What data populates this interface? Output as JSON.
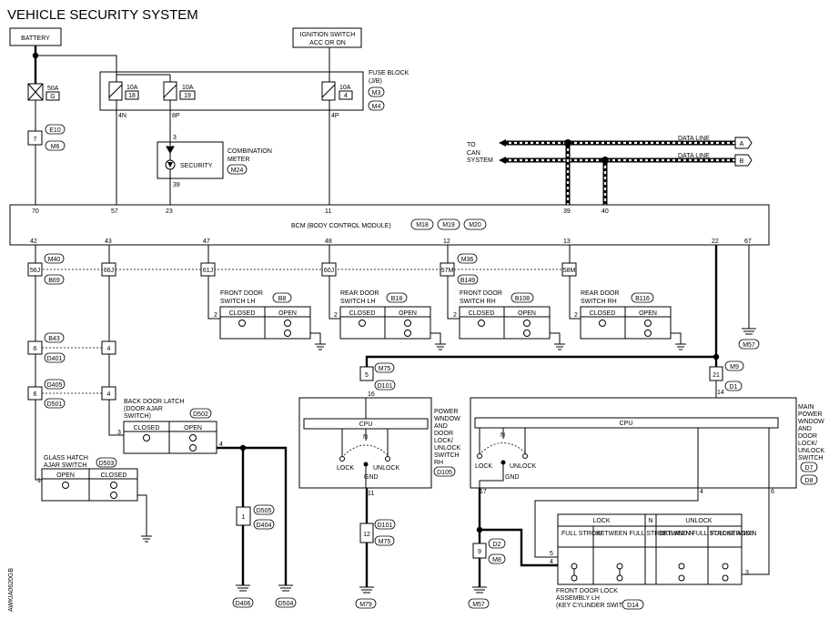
{
  "title": "VEHICLE SECURITY SYSTEM",
  "side_code": "AWKIA0620GB",
  "battery": "BATTERY",
  "ignition": [
    "IGNITION SWITCH",
    "ACC OR ON"
  ],
  "fuse_block": [
    "FUSE BLOCK",
    "(J/B)"
  ],
  "fuse_block_conns": [
    "M3",
    "M4"
  ],
  "fuse50": [
    "50A",
    "G"
  ],
  "fuse18": [
    "10A",
    "18"
  ],
  "fuse19": [
    "10A",
    "19"
  ],
  "fuse4": [
    "10A",
    "4"
  ],
  "fb_pins": [
    "4N",
    "8P",
    "4P"
  ],
  "e10": "E10",
  "e10_pin": "7",
  "m6": "M6",
  "combo": {
    "name": [
      "COMBINATION",
      "METER"
    ],
    "conn": "M24",
    "security": "SECURITY",
    "pin_top": "3",
    "pin_bot": "39"
  },
  "can": {
    "to": [
      "TO",
      "CAN",
      "SYSTEM"
    ],
    "line": "DATA LINE",
    "a": "A",
    "b": "B"
  },
  "bcm": {
    "label": "BCM (BODY CONTROL MODULE)",
    "conns": [
      "M18",
      "M19",
      "M20"
    ],
    "top_pins": [
      "70",
      "57",
      "23",
      "11",
      "39",
      "40"
    ],
    "bot_pins": [
      "42",
      "43",
      "47",
      "48",
      "12",
      "13",
      "22",
      "67"
    ]
  },
  "junction": {
    "pins": [
      "56J",
      "66J",
      "61J",
      "60J",
      "57M",
      "58M"
    ],
    "m40": "M40",
    "b69": "B69",
    "m36": "M36",
    "b149": "B149"
  },
  "door_switches": [
    {
      "name": [
        "FRONT DOOR",
        "SWITCH LH"
      ],
      "conn": "B8",
      "closed": "CLOSED",
      "open": "OPEN",
      "pin": "2"
    },
    {
      "name": [
        "REAR DOOR",
        "SWITCH LH"
      ],
      "conn": "B18",
      "closed": "CLOSED",
      "open": "OPEN",
      "pin": "2"
    },
    {
      "name": [
        "FRONT DOOR",
        "SWITCH RH"
      ],
      "conn": "B108",
      "closed": "CLOSED",
      "open": "OPEN",
      "pin": "2"
    },
    {
      "name": [
        "REAR DOOR",
        "SWITCH RH"
      ],
      "conn": "B116",
      "closed": "CLOSED",
      "open": "OPEN",
      "pin": "2"
    }
  ],
  "m57": "M57",
  "b43_group": {
    "b43": "B43",
    "d401": "D401",
    "pin6": "6",
    "pin4": "4"
  },
  "d405_group": {
    "d405": "D405",
    "d501": "D501",
    "pin6": "6",
    "pin4": "4"
  },
  "back_door": {
    "name": [
      "BACK DOOR LATCH",
      "(DOOR AJAR",
      "SWITCH)"
    ],
    "conn": "D502",
    "closed": "CLOSED",
    "open": "OPEN",
    "pin3": "3",
    "pin4": "4"
  },
  "glass_hatch": {
    "name": [
      "GLASS HATCH",
      "AJAR SWITCH"
    ],
    "conn": "D503",
    "open": "OPEN",
    "closed": "CLOSED",
    "pin1": "1"
  },
  "d505": {
    "pin": "1",
    "c1": "D505",
    "c2": "D404"
  },
  "grounds_left": [
    "D406",
    "D504"
  ],
  "pw_rh": {
    "m75": "M75",
    "pin5": "5",
    "d101": "D101",
    "pin16": "16",
    "cpu": "CPU",
    "name": [
      "POWER",
      "WNDOW",
      "AND",
      "DOOR",
      "LOCK/",
      "UNLOCK",
      "SWITCH",
      "RH"
    ],
    "conn": "D105",
    "n": "N",
    "lock": "LOCK",
    "unlock": "UNLOCK",
    "gnd": "GND",
    "pin11": "11",
    "pin12": "12",
    "d101b": "D101",
    "m75b": "M75",
    "gnd_conn": "M79"
  },
  "pw_main": {
    "m9": "M9",
    "pin21": "21",
    "d1": "D1",
    "pin14": "14",
    "cpu": "CPU",
    "name": [
      "MAIN",
      "POWER",
      "WNDOW",
      "AND",
      "DOOR",
      "LOCK/",
      "UNLOCK",
      "SWITCH"
    ],
    "conns": [
      "D7",
      "D8"
    ],
    "n": "N",
    "lock": "LOCK",
    "unlock": "UNLOCK",
    "gnd": "GND",
    "pin17": "17",
    "pin4": "4",
    "pin6": "6",
    "pin9": "9",
    "d2": "D2",
    "m8": "M8",
    "gnd_conn": "M57"
  },
  "key_cyl": {
    "lock": "LOCK",
    "n": "N",
    "unlock": "UNLOCK",
    "cols": [
      "FULL STROKE",
      "BETWEEN FULL STROKE AND N",
      "BETWEEN FULL STROKE AND N",
      "FULL STROKE"
    ],
    "name": [
      "FRONT DOOR LOCK",
      "ASSEMBLY LH",
      "(KEY CYLINDER SWITCH)"
    ],
    "conn": "D14",
    "pin5": "5",
    "pin4": "4",
    "pin3": "3"
  }
}
